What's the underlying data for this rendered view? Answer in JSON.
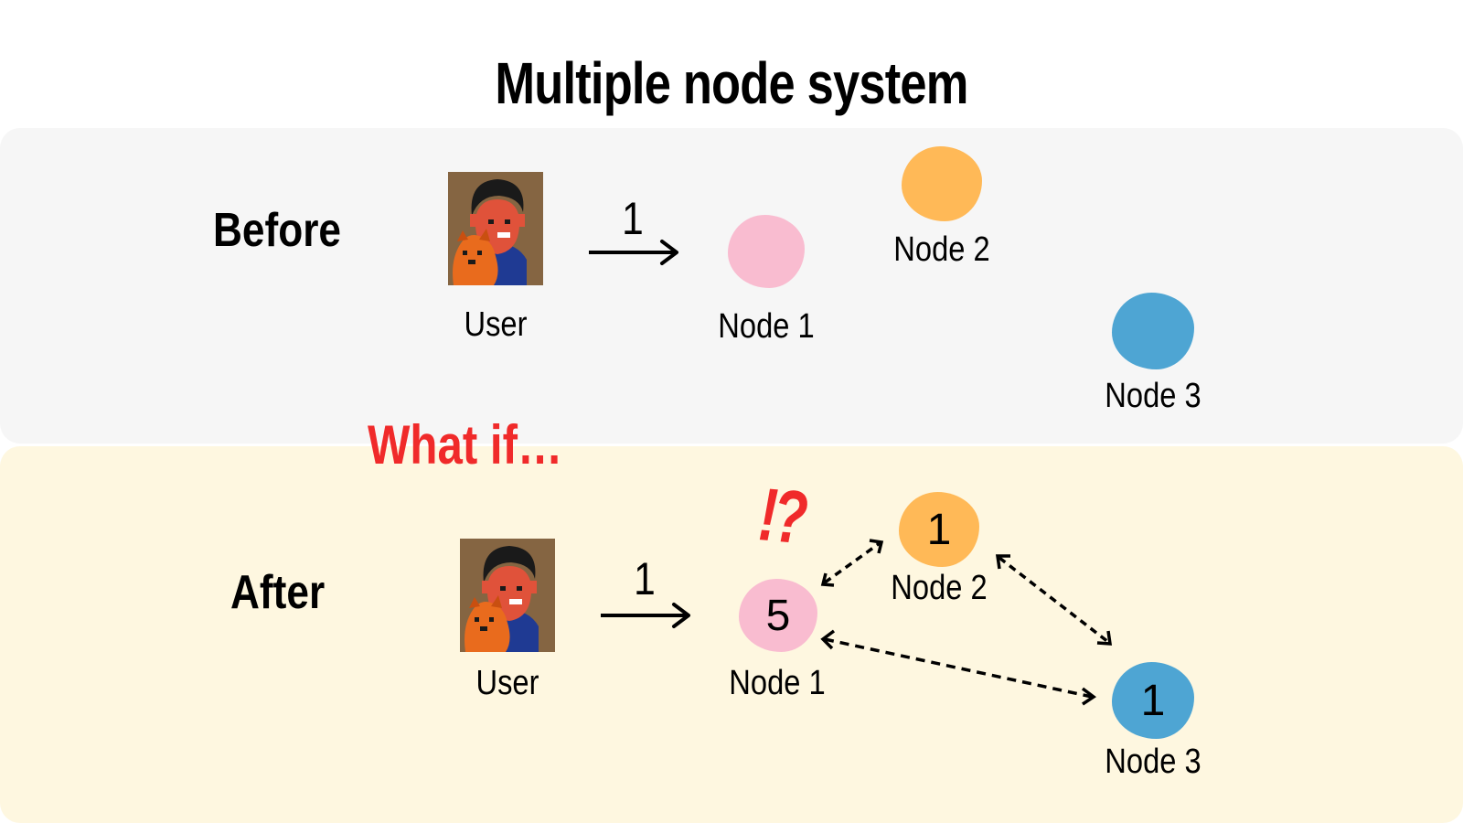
{
  "title": "Multiple node system",
  "colors": {
    "before_panel": "#f6f6f6",
    "after_panel": "#fef7e0",
    "node1": "#f9bcd0",
    "node2": "#ffb957",
    "node3": "#4ea5d3",
    "accent_red": "#f02a2a"
  },
  "before": {
    "label": "Before",
    "user_label": "User",
    "request_count": "1",
    "node1_label": "Node 1",
    "node2_label": "Node 2",
    "node3_label": "Node 3"
  },
  "what_if": "What if…",
  "after": {
    "label": "After",
    "user_label": "User",
    "request_count": "1",
    "node1_label": "Node 1",
    "node1_value": "5",
    "node1_alert": "!?",
    "node2_label": "Node 2",
    "node2_value": "1",
    "node3_label": "Node 3",
    "node3_value": "1"
  },
  "icons": [
    "user-avatar-icon",
    "arrow-right-icon",
    "double-arrow-dashed-icon"
  ]
}
